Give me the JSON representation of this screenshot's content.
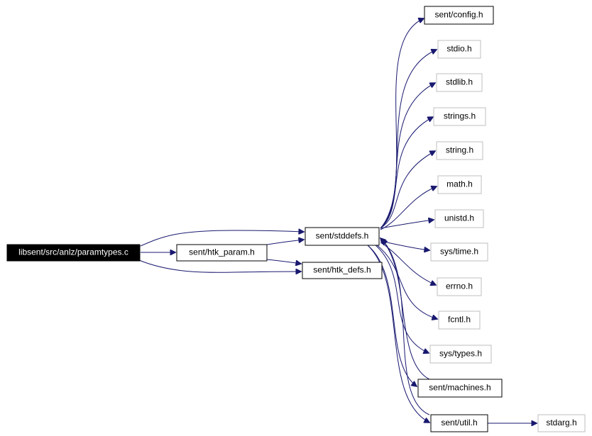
{
  "colors": {
    "edge": "#191970",
    "root_fill": "#000000",
    "root_text": "#ffffff",
    "documented_border": "#000000",
    "undocumented_border": "#bfbfbf",
    "node_fill": "#ffffff",
    "node_text": "#000000"
  },
  "nodes": {
    "root": {
      "label": "libsent/src/anlz/paramtypes.c",
      "kind": "root"
    },
    "htk_param": {
      "label": "sent/htk_param.h",
      "kind": "documented"
    },
    "htk_defs": {
      "label": "sent/htk_defs.h",
      "kind": "documented"
    },
    "stddefs": {
      "label": "sent/stddefs.h",
      "kind": "documented"
    },
    "config": {
      "label": "sent/config.h",
      "kind": "documented"
    },
    "stdio": {
      "label": "stdio.h",
      "kind": "external"
    },
    "stdlib": {
      "label": "stdlib.h",
      "kind": "external"
    },
    "strings": {
      "label": "strings.h",
      "kind": "external"
    },
    "string": {
      "label": "string.h",
      "kind": "external"
    },
    "math": {
      "label": "math.h",
      "kind": "external"
    },
    "unistd": {
      "label": "unistd.h",
      "kind": "external"
    },
    "systime": {
      "label": "sys/time.h",
      "kind": "external"
    },
    "errno": {
      "label": "errno.h",
      "kind": "external"
    },
    "fcntl": {
      "label": "fcntl.h",
      "kind": "external"
    },
    "systypes": {
      "label": "sys/types.h",
      "kind": "external"
    },
    "machines": {
      "label": "sent/machines.h",
      "kind": "documented"
    },
    "util": {
      "label": "sent/util.h",
      "kind": "documented"
    },
    "stdarg": {
      "label": "stdarg.h",
      "kind": "external"
    }
  },
  "edges": [
    [
      "root",
      "stddefs"
    ],
    [
      "root",
      "htk_param"
    ],
    [
      "root",
      "htk_defs"
    ],
    [
      "htk_param",
      "stddefs"
    ],
    [
      "htk_param",
      "htk_defs"
    ],
    [
      "stddefs",
      "config"
    ],
    [
      "stddefs",
      "stdio"
    ],
    [
      "stddefs",
      "stdlib"
    ],
    [
      "stddefs",
      "strings"
    ],
    [
      "stddefs",
      "string"
    ],
    [
      "stddefs",
      "math"
    ],
    [
      "stddefs",
      "unistd"
    ],
    [
      "stddefs",
      "systime"
    ],
    [
      "stddefs",
      "errno"
    ],
    [
      "stddefs",
      "fcntl"
    ],
    [
      "stddefs",
      "systypes"
    ],
    [
      "stddefs",
      "machines"
    ],
    [
      "stddefs",
      "util"
    ],
    [
      "machines",
      "stddefs"
    ],
    [
      "util",
      "stddefs"
    ],
    [
      "util",
      "stdarg"
    ]
  ]
}
